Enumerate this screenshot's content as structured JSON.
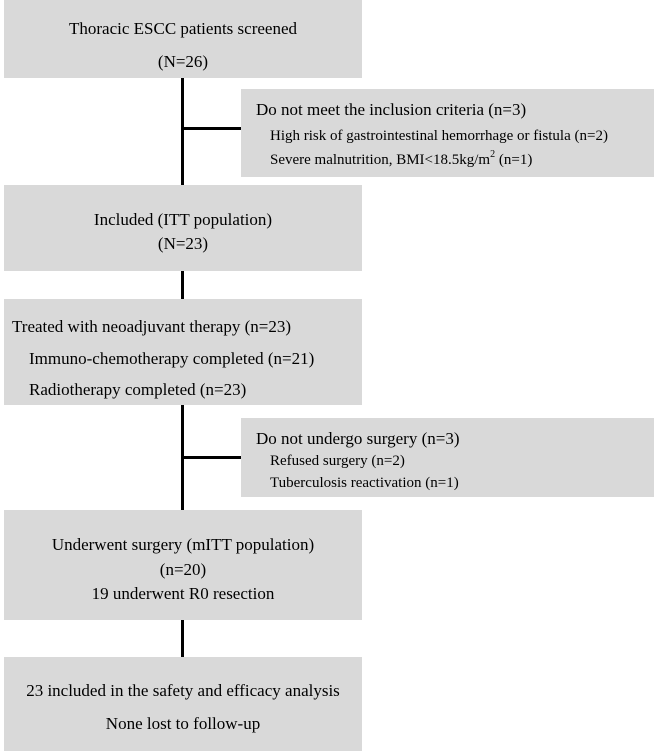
{
  "screened": {
    "line1": "Thoracic ESCC patients screened",
    "line2": "(N=26)"
  },
  "exclusion1": {
    "title": "Do not meet the inclusion criteria (n=3)",
    "item1": "High risk of gastrointestinal hemorrhage or fistula (n=2)",
    "item2_pre": "Severe malnutrition, BMI<18.5kg/m",
    "item2_sup": "2",
    "item2_post": " (n=1)"
  },
  "included": {
    "line1": "Included (ITT population)",
    "line2": "(N=23)"
  },
  "treated": {
    "line1": "Treated with neoadjuvant therapy (n=23)",
    "line2": "Immuno-chemotherapy completed (n=21)",
    "line3": "Radiotherapy completed (n=23)"
  },
  "exclusion2": {
    "title": "Do not undergo surgery (n=3)",
    "item1": "Refused surgery (n=2)",
    "item2": "Tuberculosis reactivation (n=1)"
  },
  "surgery": {
    "line1": "Underwent surgery (mITT population)",
    "line2": "(n=20)",
    "line3": "19 underwent R0 resection"
  },
  "analysis": {
    "line1": "23 included in the safety and efficacy analysis",
    "line2": "None lost to follow-up"
  }
}
